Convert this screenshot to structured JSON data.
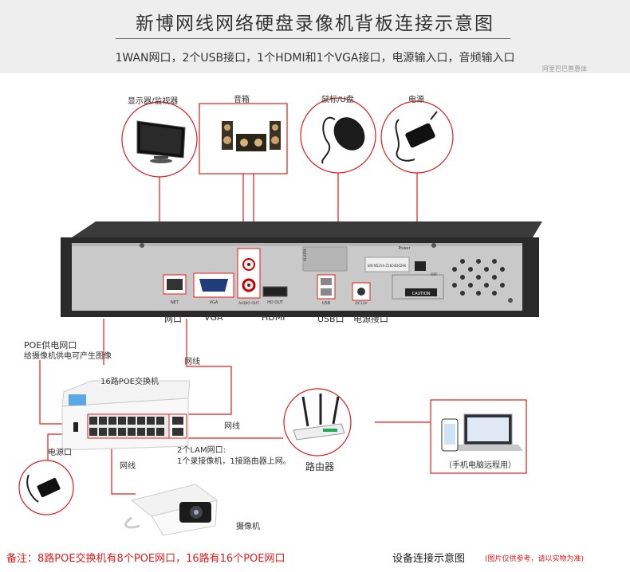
{
  "header": {
    "title": "新博网线网络硬盘录像机背板连接示意图",
    "subtitle": "1WAN网口，2个USB接口，1个HDMI和1个VGA接口，电源输入口，音频输入口",
    "watermark": "阿里巴巴普惠体"
  },
  "devices": {
    "monitor": "显示器/监视器",
    "speaker": "音箱",
    "mouse": "鼠标/U盘",
    "power": "电源"
  },
  "panel": {
    "labels": {
      "net": "网口",
      "vga": "VGA",
      "hdmi": "HDMI",
      "usb": "USB口",
      "power": "电源接口"
    },
    "silkscreen": {
      "net": "NET",
      "vga": "VGA",
      "audio": "AUDIO OUT",
      "hdmi": "HD OUT",
      "usb": "USB",
      "dc": "DC12V",
      "power_top": "Power",
      "off": "OFF",
      "caution": "CAUTION",
      "sn": "S/N:N5216-Z1604D0296",
      "alarm": "ALARM"
    }
  },
  "poe": {
    "note_title": "POE供电网口",
    "note_desc": "给摄像机供电可产生图像",
    "cable_top": "网线",
    "switch_label": "16路POE交换机",
    "cable_right": "网线",
    "lan_title": "2个LAM网口:",
    "lan_desc": "1个录接像机，1接路由器上网。",
    "power_port": "电源口",
    "cable_bottom": "网线",
    "camera": "摄像机"
  },
  "router": {
    "label": "路由器"
  },
  "remote": {
    "label": "（手机电脑远程用）"
  },
  "footer": {
    "note": "备注：8路POE交换机有8个POE网口，16路有16个POE网口",
    "title": "设备连接示意图",
    "hint": "(图片仅供参考，请以实物为准)"
  }
}
